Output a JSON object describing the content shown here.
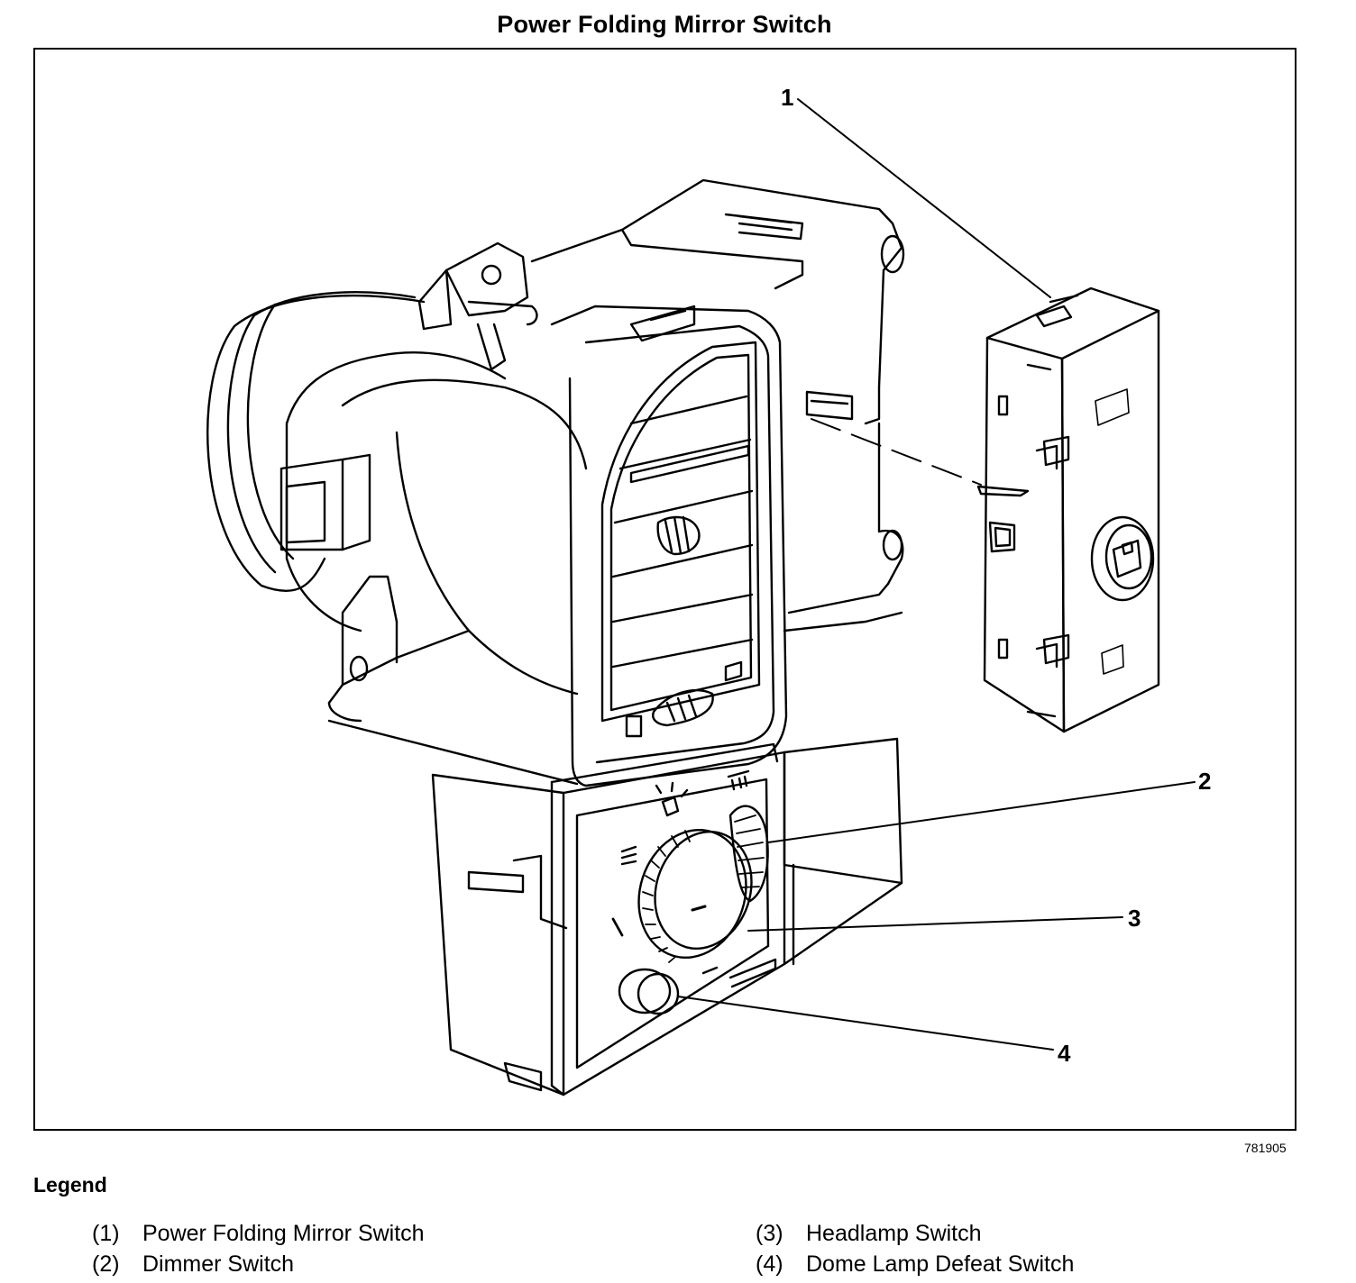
{
  "title": "Power Folding Mirror Switch",
  "figure_id": "781905",
  "callouts": [
    "1",
    "2",
    "3",
    "4"
  ],
  "legend": {
    "heading": "Legend",
    "items": [
      {
        "num": "(1)",
        "label": "Power Folding Mirror Switch"
      },
      {
        "num": "(2)",
        "label": "Dimmer Switch"
      },
      {
        "num": "(3)",
        "label": "Headlamp Switch"
      },
      {
        "num": "(4)",
        "label": "Dome Lamp Defeat Switch"
      }
    ]
  }
}
